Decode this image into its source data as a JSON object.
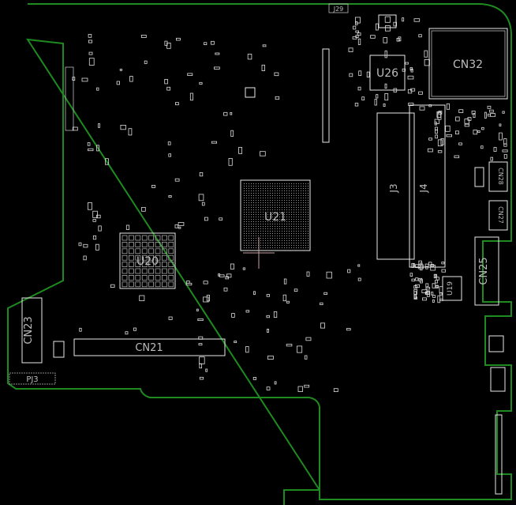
{
  "board": {
    "outline_color": "#1f8a1f",
    "silkscreen_color": "#e8e8e8",
    "background": "#000000"
  },
  "labels": {
    "J29": "J29",
    "U26": "U26",
    "CN32": "CN32",
    "J3": "J3",
    "J4": "J4",
    "U21": "U21",
    "U20": "U20",
    "CN21": "CN21",
    "CN23": "CN23",
    "PJ3": "PJ3",
    "CN28": "CN28",
    "CN27": "CN27",
    "CN25": "CN25",
    "U19": "U19"
  }
}
